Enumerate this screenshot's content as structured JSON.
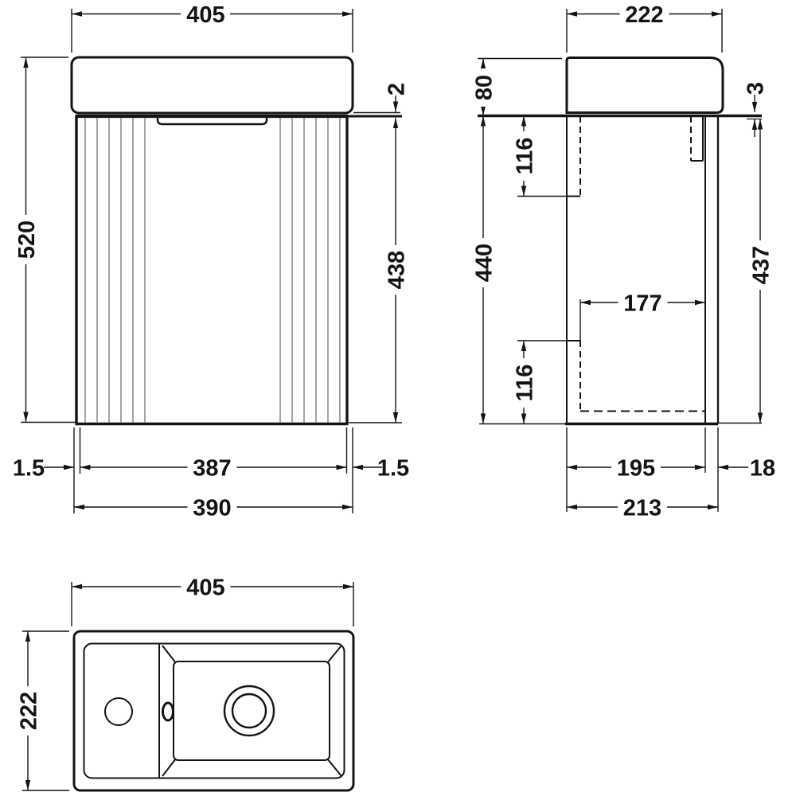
{
  "drawing_title": "vanity-unit-technical-drawing",
  "colors": {
    "line": "#141414",
    "flute": "#8e8e8e",
    "bg": "#ffffff"
  },
  "views": {
    "front": {
      "dims": {
        "basin_width": "405",
        "overall_height": "520",
        "worktop_overhang": "2",
        "cabinet_height": "438",
        "left_side_panel": "1.5",
        "internal_width": "387",
        "right_side_panel": "1.5",
        "cabinet_width": "390"
      }
    },
    "side": {
      "dims": {
        "basin_depth": "222",
        "basin_height": "80",
        "rear_gap": "3",
        "top_bracket_height": "116",
        "cabinet_height": "440",
        "bottom_bracket_height": "116",
        "internal_depth": "177",
        "side_panel_height": "437",
        "depth_to_back_panel": "195",
        "back_panel_thickness": "18",
        "cabinet_depth": "213"
      }
    },
    "plan": {
      "dims": {
        "basin_width": "405",
        "basin_depth": "222"
      }
    }
  }
}
